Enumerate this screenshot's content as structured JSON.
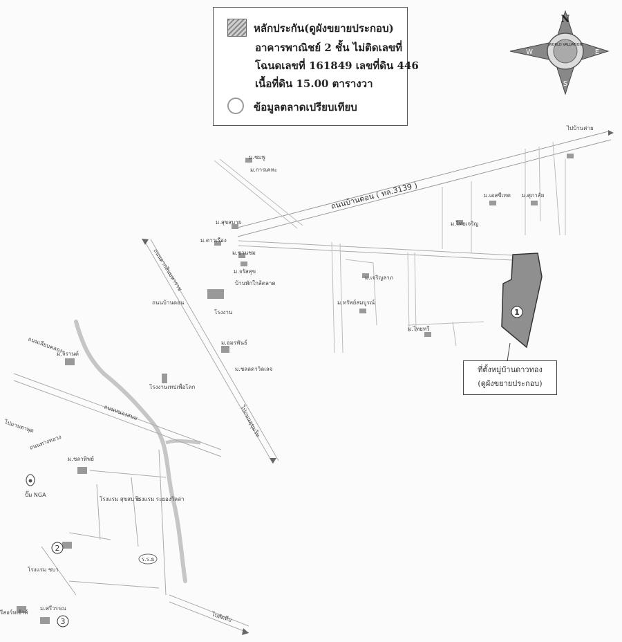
{
  "legend": {
    "collateral_title": "หลักประกัน(ดูผังขยายประกอบ)",
    "collateral_line2": "อาคารพาณิชย์ 2 ชั้น ไม่ติดเลขที่",
    "collateral_line3": "โฉนดเลขที่ 161849 เลขที่ดิน 446",
    "collateral_line4": "เนื้อที่ดิน 15.00 ตารางวา",
    "market_label": "ข้อมูลตลาดเปรียบเทียบ"
  },
  "compass": {
    "n": "N",
    "e": "E",
    "s": "S",
    "w": "W",
    "brand": "WORLD VALUATION"
  },
  "callout": {
    "line1": "ที่ตั้งหมู่บ้านดาวทอง",
    "line2": "(ดูผังขยายประกอบ)"
  },
  "markers": {
    "subject": "1",
    "comp2": "2",
    "comp3": "3",
    "shop_tag": "ร.ร.ธ"
  },
  "labels": {
    "main_road": "ถนนบ้านดอน ( ทล.3139 )",
    "r1": "ม.ดาวเรือง",
    "r2": "ม.ชมพู",
    "r3": "ม.สุขสบาย",
    "r4": "ม.การเคหะ",
    "r5": "บ้านพักใกล้ตลาด",
    "r6": "ม.เอสซีเทค",
    "r7": "ม.ศุภาลัย",
    "r8": "ม.ชวนชม",
    "r9": "ม.จรัสสุข",
    "r10": "ม.ชลลดาวิลเลจ",
    "r11": "ม.เจริญลาภ",
    "r12": "ม.ทรัพย์สมบูรณ์",
    "r13": "ม.อมรพันธ์",
    "r14": "โรงงาน",
    "r15": "ม.จิรานต์",
    "r16": "โรงงานเทปเพื่อโลก",
    "r17": "ม.ไทยทวี",
    "r18": "ม.ชลาทิพย์",
    "r19": "ปั๊ม NGA",
    "r20": "โรงแรม สุขสบาย",
    "r21": "โรงแรม ระยองวิลล่า",
    "r22": "ม.ไทยเจริญ",
    "r23": "โรงแรม ชบา",
    "r24": "รีสอร์ทเฮ้าส์",
    "r25": "ม.ศรีวรรณ",
    "r26": "ไปมาบตาพุด",
    "r27": "ไปถนนสุขุมวิท",
    "r28": "ไปบ้านค่าย",
    "r29": "ไปสัตหีบ",
    "r30": "ถนนเลียบคลอง",
    "r31": "ถนนหนองสนม",
    "r32": "ถนนทางหลวง",
    "r33": "ถนนบ้านดอน",
    "r34": "ถนนตากสินมหาราช"
  }
}
